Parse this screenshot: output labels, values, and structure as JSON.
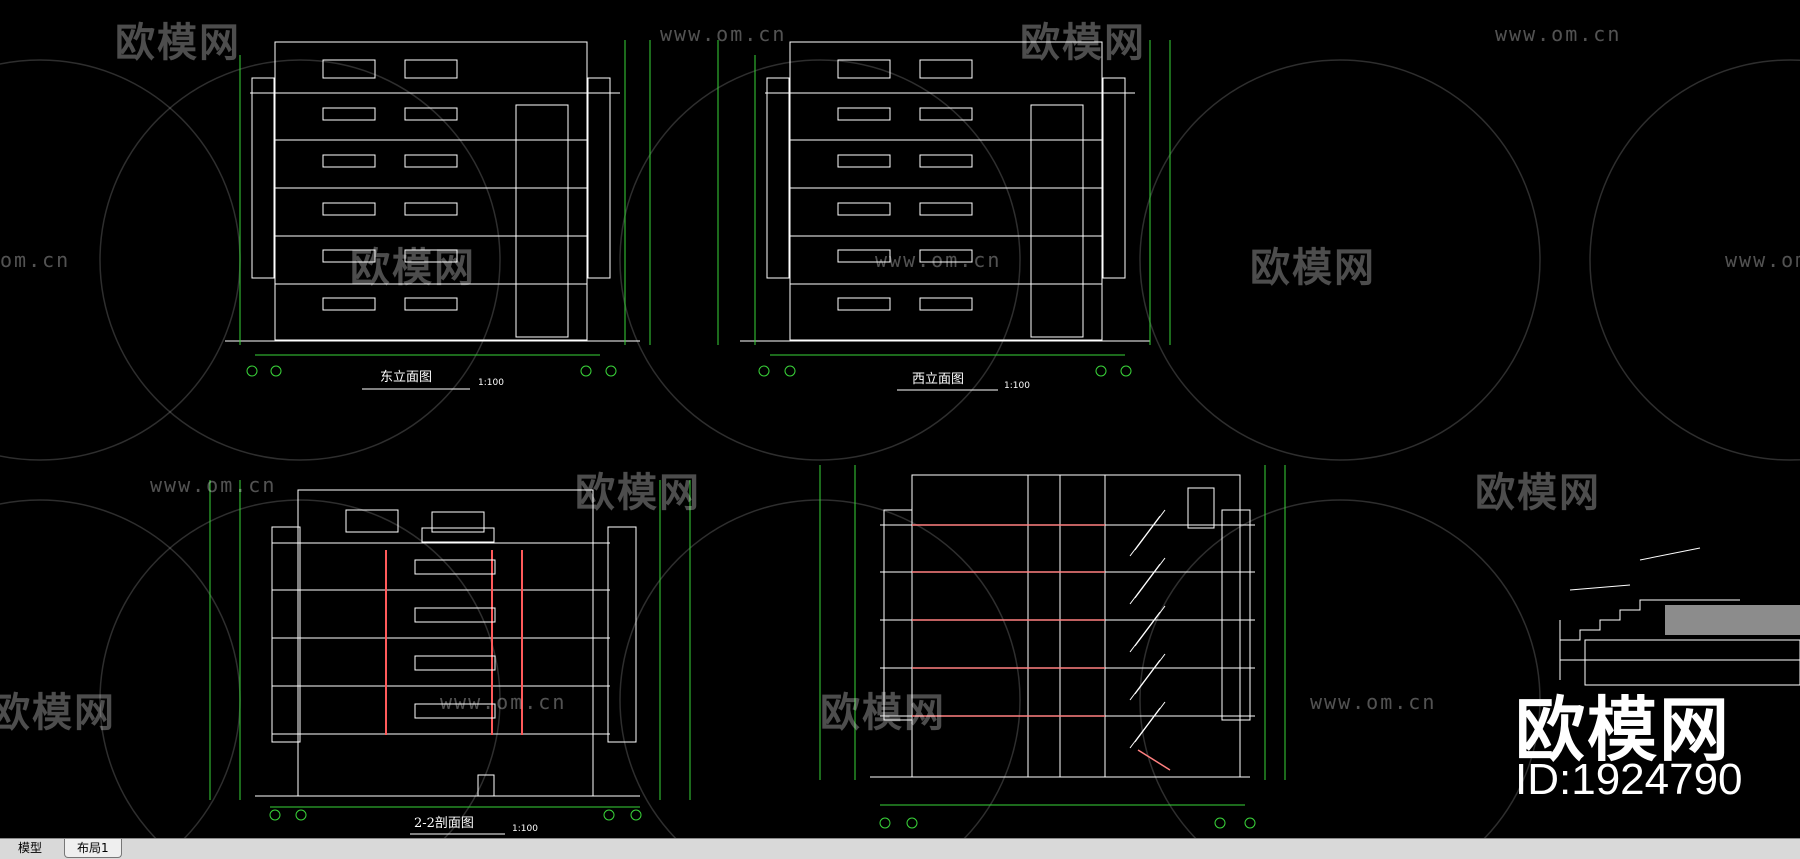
{
  "watermark": {
    "brand": "欧模网",
    "url": "www.om.cn",
    "url_partial": "om.cn"
  },
  "drawings": {
    "east_elevation": {
      "title": "东立面图",
      "scale": "1:100"
    },
    "west_elevation": {
      "title": "西立面图",
      "scale": "1:100"
    },
    "section_22": {
      "title": "2-2剖面图",
      "scale": "1:100"
    }
  },
  "stamp": {
    "title": "欧模网",
    "id": "ID:1924790"
  },
  "tabs": [
    {
      "label": "模型"
    },
    {
      "label": "布局1"
    }
  ],
  "colors": {
    "background": "#000000",
    "lines": "#ffffff",
    "dimension": "#39d439",
    "accent_red": "#ff5a5a"
  }
}
